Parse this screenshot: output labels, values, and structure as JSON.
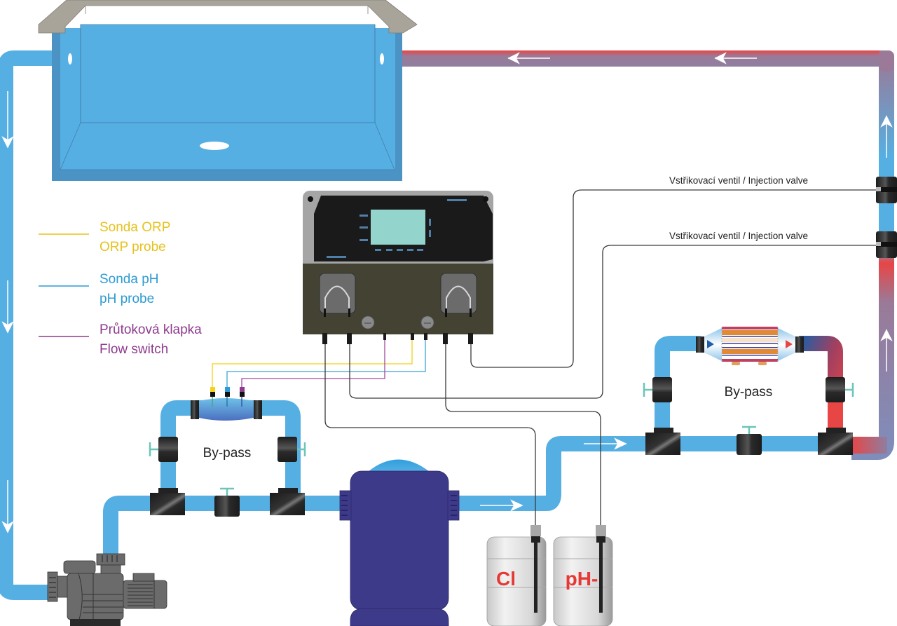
{
  "diagram": {
    "title": "",
    "colors": {
      "cold_water": "#56afe2",
      "hot_water": "#e84545",
      "mixed_water": "#9a7a98",
      "orp_wire": "#f2d21b",
      "ph_wire": "#3aa3d6",
      "flow_wire": "#8e3a8e",
      "fitting": "#2a2a2a",
      "valve_handle": "#6cc5b8",
      "filter_body": "#3e3a8a",
      "controller_top": "#1a1a1a",
      "controller_bottom": "#434233",
      "screen": "#93d5cd",
      "tank_label": "#e53935"
    },
    "legend": [
      {
        "name": "orp-probe",
        "line1": "Sonda ORP",
        "line2": "ORP probe",
        "color": "#e6c21d"
      },
      {
        "name": "ph-probe",
        "line1": "Sonda pH",
        "line2": "pH probe",
        "color": "#2d9bd2"
      },
      {
        "name": "flow-switch",
        "line1": "Průtoková klapka",
        "line2": "Flow switch",
        "color": "#8e3a8e"
      }
    ],
    "injection_valves": [
      {
        "label": "Vstřikovací ventil / Injection valve"
      },
      {
        "label": "Vstřikovací ventil / Injection valve"
      }
    ],
    "bypass_labels": {
      "left": "By-pass",
      "right": "By-pass"
    },
    "tanks": [
      {
        "name": "chlorine-tank",
        "label": "Cl"
      },
      {
        "name": "ph-minus-tank",
        "label": "pH-"
      }
    ],
    "components": {
      "pool": "pool",
      "pump": "circulation-pump",
      "filter": "sand-filter",
      "controller": "dosing-controller",
      "heat_exchanger": "heat-exchanger",
      "probe_cell": "probe-holder"
    },
    "flow_arrows": {
      "left_pipe": "down",
      "top_pipe": "left",
      "right_pipe": "up",
      "bottom_pipe": "right"
    }
  }
}
